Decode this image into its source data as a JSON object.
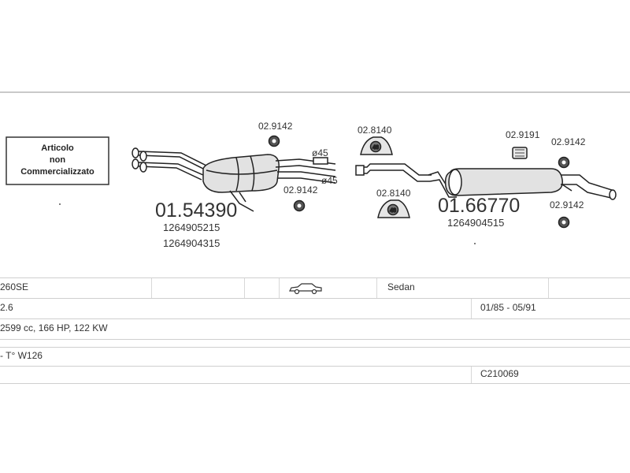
{
  "not_available_box": {
    "lines": [
      "Articolo",
      "non",
      "Commercializzato"
    ]
  },
  "parts": {
    "front_section": {
      "code": "01.54390",
      "oem": [
        "1264905215",
        "1264904315"
      ]
    },
    "rear_section": {
      "code": "01.66770",
      "oem": [
        "1264904515"
      ]
    },
    "clamp_a": {
      "code": "02.9142"
    },
    "clamp_b": {
      "code": "02.9142"
    },
    "clamp_c": {
      "code": "02.9142"
    },
    "clamp_d": {
      "code": "02.9142"
    },
    "hanger_a": {
      "code": "02.8140"
    },
    "hanger_b": {
      "code": "02.8140"
    },
    "rubber_mount": {
      "code": "02.9191"
    },
    "hanger_marking": "48",
    "diameter_top": "ø45",
    "diameter_bottom": "ø45"
  },
  "vehicle": {
    "model": "260SE",
    "body_type": "Sedan",
    "engine": "2.6",
    "production_period": "01/85 - 05/91",
    "specs": "2599 cc, 166 HP, 122 KW",
    "series": "- T° W126",
    "reference": "C210069"
  },
  "icons": {
    "car": "sedan-car-icon",
    "mount": "rubber-mount-icon",
    "clamp": "clamp-icon"
  }
}
